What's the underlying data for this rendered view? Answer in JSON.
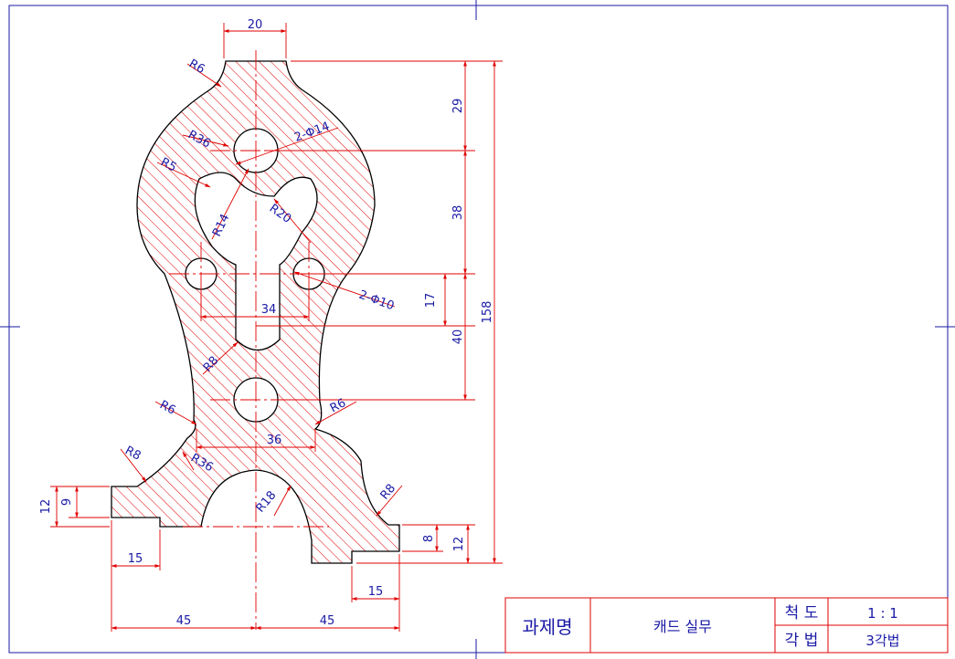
{
  "dimensions": {
    "top_width": "20",
    "r_top": "R6",
    "h_top": "29",
    "r36_upper": "R36",
    "holes_large": "2-Φ14",
    "r5": "R5",
    "h_mid": "38",
    "r14": "R14",
    "r20": "R20",
    "total_height": "158",
    "holes_small": "2-Φ10",
    "h_17": "17",
    "w_34": "34",
    "h_40": "40",
    "r8_slot": "R8",
    "r6_left": "R6",
    "r6_right": "R6",
    "w_36": "36",
    "r36_lower": "R36",
    "r8_left": "R8",
    "r18": "R18",
    "r8_right": "R8",
    "h_12_left": "12",
    "h_9_left": "9",
    "h_8_right": "8",
    "h_12_right": "12",
    "w_15_left": "15",
    "w_15_right": "15",
    "w_45_left": "45",
    "w_45_right": "45"
  },
  "title_block": {
    "project_label": "과제명",
    "project_name": "캐드 실무",
    "scale_label": "척 도",
    "scale_value": "1 : 1",
    "projection_label": "각 법",
    "projection_value": "3각법"
  },
  "colors": {
    "dimension": "#e00000",
    "text": "#1a1aa6",
    "outline": "#000000",
    "hatch": "#e00000",
    "frame": "#1a1aa6"
  }
}
